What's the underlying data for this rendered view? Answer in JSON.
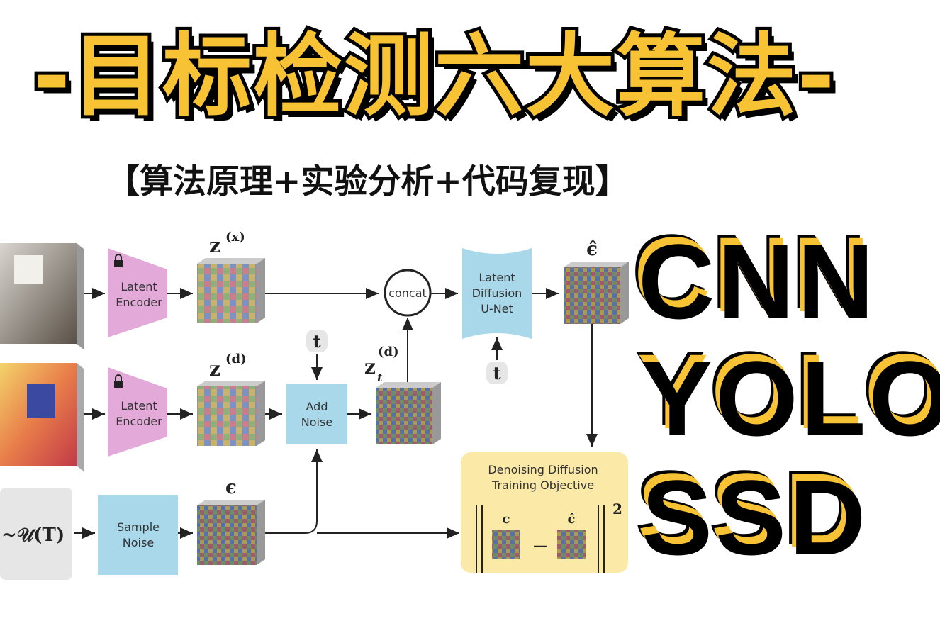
{
  "title": "-目标检测六大算法-",
  "subtitle": "【算法原理+实验分析+代码复现】",
  "algorithms": [
    "CNN",
    "YOLO",
    "SSD"
  ],
  "diagram": {
    "latent_encoder_1": [
      "Latent",
      "Encoder"
    ],
    "latent_encoder_2": [
      "Latent",
      "Encoder"
    ],
    "sample_noise": [
      "Sample",
      "Noise"
    ],
    "add_noise": [
      "Add",
      "Noise"
    ],
    "concat": "concat",
    "unet": [
      "Latent",
      "Diffusion",
      "U-Net"
    ],
    "objective": [
      "Denoising Diffusion",
      "Training Objective"
    ],
    "z_x": "z",
    "z_x_sup": "(x)",
    "z_d": "z",
    "z_d_sup": "(d)",
    "z_t_d": "z",
    "z_t_d_sup": "(d)",
    "z_t_d_sub": "t",
    "eps": "ϵ",
    "eps_hat": "ϵ̂",
    "t_label": "t",
    "time_sample": "~𝒰(T)",
    "norm_power": "2",
    "minus": "—"
  },
  "colors": {
    "title_fill": "#f7c234",
    "encoder": "#e3a9d8",
    "blue_box": "#a8d8ea",
    "objective_bg": "#fbe9a8",
    "gray_box": "#e6e6e6"
  }
}
